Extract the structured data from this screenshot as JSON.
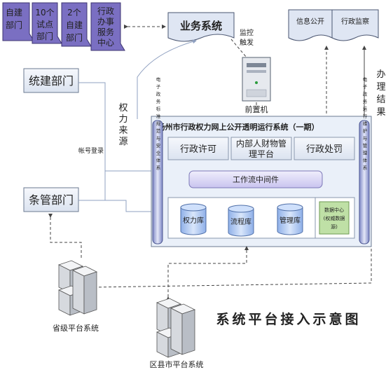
{
  "departments": {
    "items": [
      {
        "label_line1": "自建",
        "label_line2": "部门",
        "label_line3": ""
      },
      {
        "label_line1": "10个",
        "label_line2": "试点",
        "label_line3": "部门"
      },
      {
        "label_line1": "2个",
        "label_line2": "自建",
        "label_line3": "部门"
      },
      {
        "label_line1": "行政",
        "label_line2": "办事",
        "label_line3": "服务",
        "label_line4": "中心"
      }
    ]
  },
  "business_system": {
    "label": "业务系统"
  },
  "monitor_trigger": {
    "line1": "监控",
    "line2": "触发"
  },
  "front_server": {
    "label": "前置机"
  },
  "top_right_docs": {
    "left": "信息公开",
    "right": "行政监察"
  },
  "result": {
    "chars": [
      "办",
      "理",
      "结",
      "果"
    ]
  },
  "tongjian": {
    "label": "统建部门"
  },
  "tiaoguan": {
    "label": "条管部门"
  },
  "power_source": {
    "chars": [
      "权",
      "力",
      "来",
      "源"
    ]
  },
  "account_login": {
    "label": "帐号登录"
  },
  "platform": {
    "title": "扬州市行政权力网上公开透明运行系统（一期）",
    "modules": {
      "license": "行政许可",
      "hr_line1": "内部人财物管",
      "hr_line2": "理平台",
      "penalty": "行政处罚"
    },
    "workflow": "工作流中间件",
    "databases": {
      "power": "权力库",
      "process": "流程库",
      "management": "管理库"
    },
    "data_center": {
      "line1": "数据中心",
      "line2": "(权威数据",
      "line3": "源)"
    },
    "left_bar": "电子政务标准规范与安全体系",
    "right_bar": "电子政务运行维护与管理体系"
  },
  "provincial": {
    "label": "省级平台系统"
  },
  "district": {
    "label": "区县市平台系统"
  },
  "caption": {
    "label": "系统平台接入示意图"
  },
  "colors": {
    "dept_fill": "#7a6fc2",
    "doc_fill": "#dfe6f3",
    "platform_fill": "#eaf0f9",
    "workflow_fill": "#d7d4f3",
    "db_fill": "#b9cdf2",
    "datacenter_fill": "#bfe0a6",
    "line": "#6f7f9a"
  }
}
